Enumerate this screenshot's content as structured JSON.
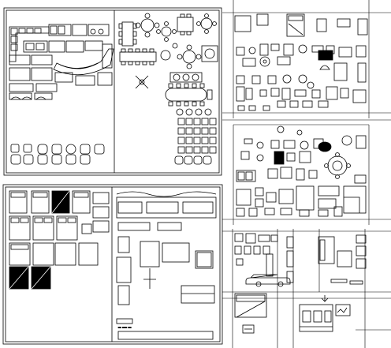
{
  "image": {
    "description_type": "cad-furniture-block-library",
    "background_color": "#ffffff",
    "line_color": "#000000"
  },
  "panels": [
    {
      "id": "living-room-blocks",
      "label": ""
    },
    {
      "id": "dining-tables-blocks",
      "label": ""
    },
    {
      "id": "bedroom-blocks",
      "label": ""
    },
    {
      "id": "kitchen-office-blocks",
      "label": ""
    },
    {
      "id": "bedroom-icons-grid",
      "label": ""
    },
    {
      "id": "living-office-icons",
      "label": ""
    },
    {
      "id": "bath-car-blocks",
      "label": ""
    },
    {
      "id": "sofa-elevations",
      "label": ""
    },
    {
      "id": "elevation-details",
      "label": ""
    }
  ]
}
